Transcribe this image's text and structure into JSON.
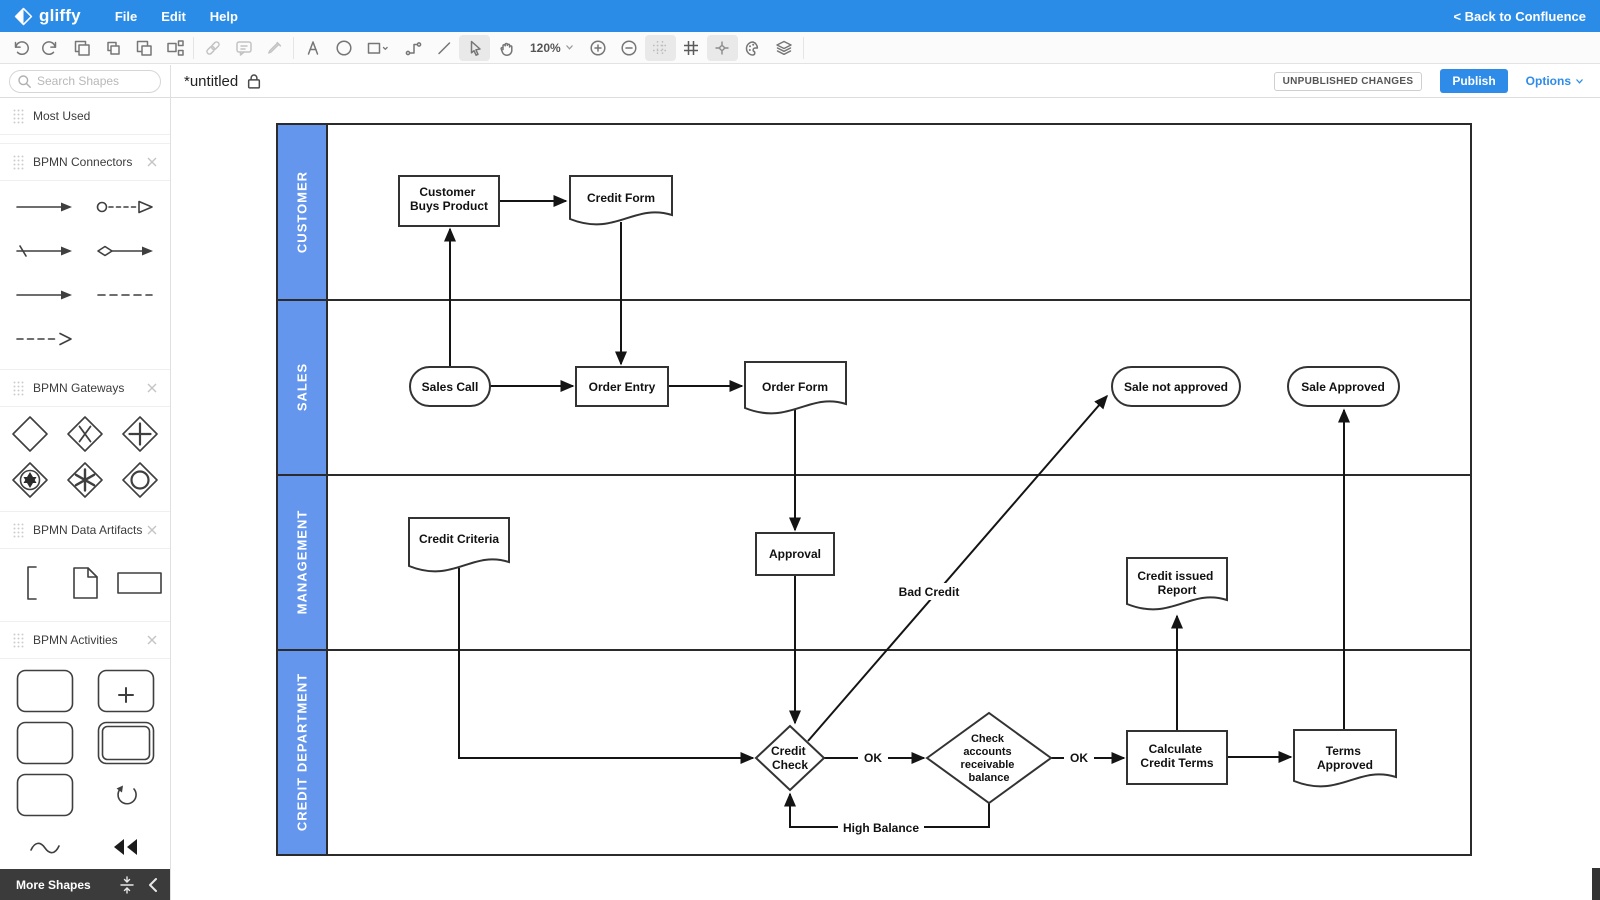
{
  "topbar": {
    "logo_text": "gliffy",
    "menus": [
      {
        "label": "File"
      },
      {
        "label": "Edit"
      },
      {
        "label": "Help"
      }
    ],
    "back_link": "< Back to Confluence"
  },
  "toolbar": {
    "zoom_level": "120%",
    "tools": [
      "undo",
      "redo",
      "group",
      "copy",
      "duplicate",
      "arrange",
      "link",
      "comment",
      "eyedropper",
      "text",
      "ellipse",
      "shape",
      "connector",
      "line",
      "pointer",
      "pan",
      "zoom-in",
      "zoom-out",
      "grid-guides",
      "grid",
      "snap",
      "theme",
      "layers"
    ]
  },
  "titlebar": {
    "title": "*untitled",
    "status_badge": "UNPUBLISHED CHANGES",
    "publish_label": "Publish",
    "options_label": "Options"
  },
  "sidebar": {
    "search_placeholder": "Search Shapes",
    "sections": [
      {
        "label": "Most Used"
      },
      {
        "label": "BPMN Connectors"
      },
      {
        "label": "BPMN Gateways"
      },
      {
        "label": "BPMN Data Artifacts"
      },
      {
        "label": "BPMN Activities"
      }
    ],
    "more_shapes_label": "More Shapes"
  },
  "diagram": {
    "lanes": [
      {
        "label": "CUSTOMER"
      },
      {
        "label": "SALES"
      },
      {
        "label": "MANAGEMENT"
      },
      {
        "label": "CREDIT DEPARTMENT"
      }
    ],
    "nodes": {
      "customer_buys_product": {
        "lines": [
          "Customer",
          "Buys Product"
        ]
      },
      "credit_form": {
        "label": "Credit Form"
      },
      "sales_call": {
        "label": "Sales Call"
      },
      "order_entry": {
        "label": "Order Entry"
      },
      "order_form": {
        "label": "Order Form"
      },
      "sale_not_approved": {
        "label": "Sale not approved"
      },
      "sale_approved": {
        "label": "Sale Approved"
      },
      "credit_criteria": {
        "label": "Credit Criteria"
      },
      "approval": {
        "label": "Approval"
      },
      "credit_issued_report": {
        "lines": [
          "Credit issued",
          "Report"
        ]
      },
      "credit_check": {
        "lines": [
          "Credit",
          "Check"
        ]
      },
      "check_accounts": {
        "lines": [
          "Check",
          "accounts",
          "receivable",
          "balance"
        ]
      },
      "calculate_credit_terms": {
        "lines": [
          "Calculate",
          "Credit Terms"
        ]
      },
      "terms_approved": {
        "lines": [
          "Terms",
          "Approved"
        ]
      }
    },
    "edge_labels": {
      "ok_1": "OK",
      "ok_2": "OK",
      "bad_credit": "Bad Credit",
      "high_balance": "High Balance"
    }
  },
  "colors": {
    "topbar_blue": "#2b8ce8",
    "accent_blue": "#2e8ce8",
    "lane_blue": "#6496ee"
  }
}
